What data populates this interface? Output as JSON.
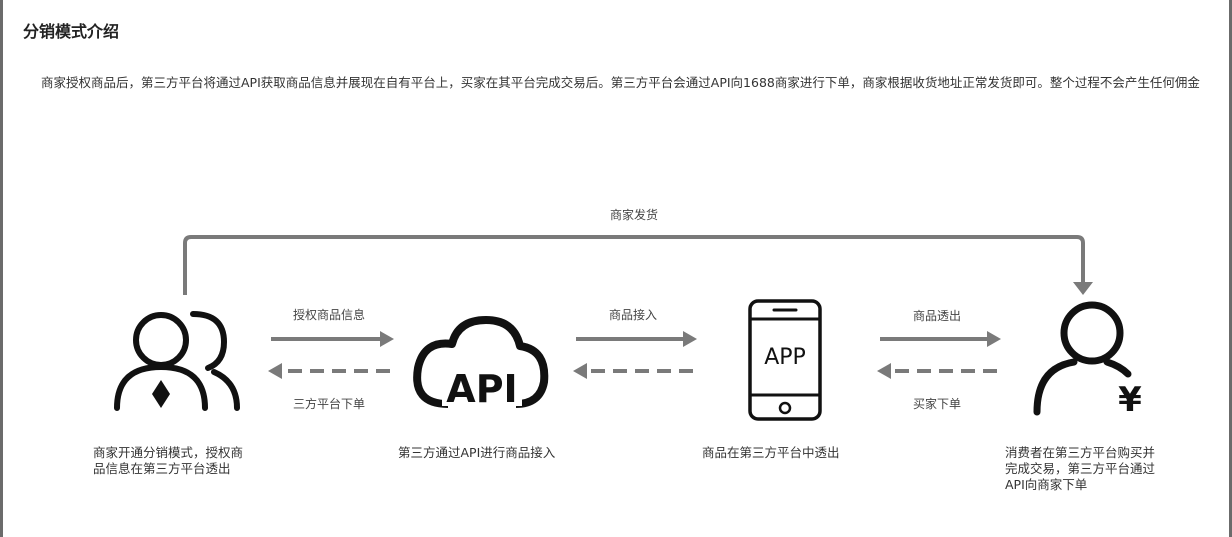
{
  "title": "分销模式介绍",
  "description": "商家授权商品后，第三方平台将通过API获取商品信息并展现在自有平台上，买家在其平台完成交易后。第三方平台会通过API向1688商家进行下单，商家根据收货地址正常发货即可。整个过程不会产生任何佣金",
  "flow": {
    "top_label": "商家发货",
    "arrows": [
      {
        "forward": "授权商品信息",
        "back": "三方平台下单"
      },
      {
        "forward": "商品接入",
        "back": ""
      },
      {
        "forward": "商品透出",
        "back": "买家下单"
      }
    ],
    "nodes": [
      {
        "icon": "merchant-users-icon",
        "caption": "商家开通分销模式，授权商品信息在第三方平台透出"
      },
      {
        "icon": "api-cloud-icon",
        "icon_text": "API",
        "caption": "第三方通过API进行商品接入"
      },
      {
        "icon": "phone-app-icon",
        "icon_text": "APP",
        "caption": "商品在第三方平台中透出"
      },
      {
        "icon": "consumer-yen-icon",
        "icon_text": "¥",
        "caption": "消费者在第三方平台购买并完成交易，第三方平台通过API向商家下单"
      }
    ]
  },
  "colors": {
    "arrow": "#7a7a7a",
    "icon": "#111111"
  }
}
